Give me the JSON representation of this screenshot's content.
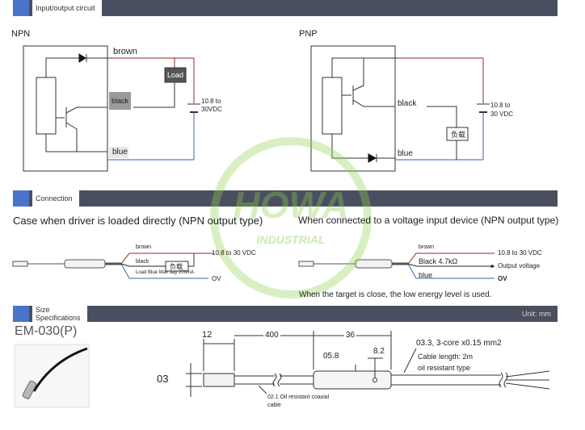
{
  "sections": {
    "io": {
      "title": "Input/output circuit"
    },
    "connection": {
      "title": "Connection"
    },
    "size": {
      "title_line1": "Size",
      "title_line2": "Specifications",
      "unit": "Unit: mm"
    }
  },
  "npn": {
    "label": "NPN",
    "brown": "brown",
    "black": "black",
    "blue": "blue",
    "load": "Load",
    "voltage_line1": "10.8 to",
    "voltage_line2": "30VDC"
  },
  "pnp": {
    "label": "PNP",
    "black": "black",
    "blue": "blue",
    "load": "负载",
    "voltage_line1": "10.8 to",
    "voltage_line2": "30 VDC"
  },
  "connection": {
    "left": {
      "heading": "Case when driver is loaded directly (NPN output type)",
      "brown": "brown",
      "black": "black",
      "load": "负载",
      "voltage": "10.8 to 30 VDC",
      "caption": "Load Blue Max day 200mA",
      "ov": "OV"
    },
    "right": {
      "heading": "When connected to a voltage input device (NPN output type)",
      "brown": "brown",
      "black": "Black 4.7kΩ",
      "blue": "blue",
      "voltage": "10.8 to 30 VDC",
      "output": "Output voltage",
      "ov": "OV",
      "note": "When the target is close, the low energy level is used."
    }
  },
  "spec": {
    "model": "EM-030(P)",
    "dim_12": "12",
    "dim_400": "400",
    "dim_36": "36",
    "dim_phi58": "05.8",
    "dim_82": "8.2",
    "dim_03": "03",
    "cable_desc": "03.3, 3-core x0.15 mm2",
    "cable_len": "Cable length: 2m",
    "cable_type": "oil resistant type",
    "coax_line1": "02.1 Oil resistant coaxial",
    "coax_line2": "cable"
  },
  "watermark": {
    "brand": "HOWA",
    "sub": "INDUSTRIAL"
  },
  "colors": {
    "bar": "#4a4f60",
    "accent": "#4a74c9",
    "brown_wire": "#8b2a2a",
    "blue_wire": "#3b5fa8",
    "watermark": "#8fd14f"
  }
}
